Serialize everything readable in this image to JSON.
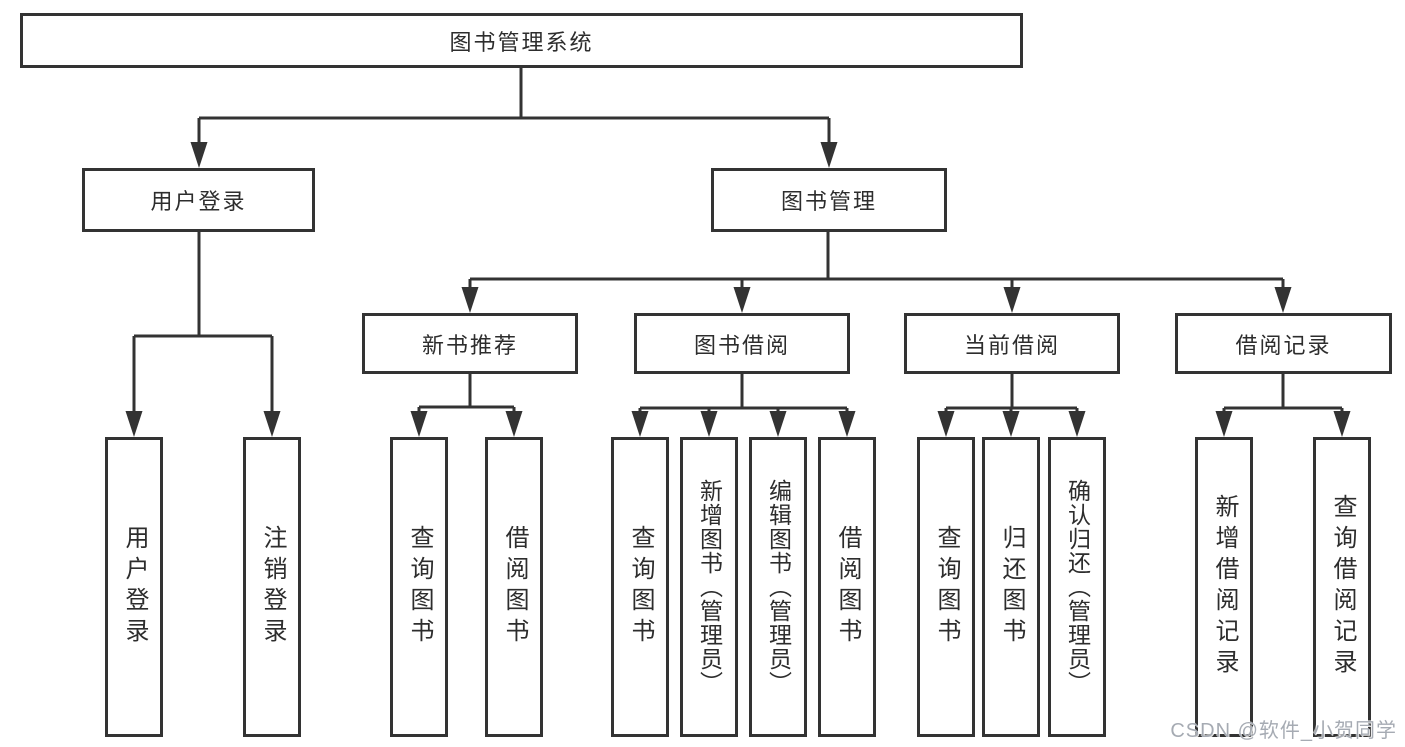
{
  "diagram": {
    "root": {
      "label": "图书管理系统"
    },
    "branches": [
      {
        "label": "用户登录",
        "children": [
          {
            "label": "用户登录"
          },
          {
            "label": "注销登录"
          }
        ]
      },
      {
        "label": "图书管理",
        "children": [
          {
            "label": "新书推荐",
            "children": [
              {
                "label": "查询图书"
              },
              {
                "label": "借阅图书"
              }
            ]
          },
          {
            "label": "图书借阅",
            "children": [
              {
                "label": "查询图书"
              },
              {
                "label": "新增图书（管理员）"
              },
              {
                "label": "编辑图书（管理员）"
              },
              {
                "label": "借阅图书"
              }
            ]
          },
          {
            "label": "当前借阅",
            "children": [
              {
                "label": "查询图书"
              },
              {
                "label": "归还图书"
              },
              {
                "label": "确认归还（管理员）"
              }
            ]
          },
          {
            "label": "借阅记录",
            "children": [
              {
                "label": "新增借阅记录"
              },
              {
                "label": "查询借阅记录"
              }
            ]
          }
        ]
      }
    ]
  },
  "watermark": {
    "text": "CSDN @软件_小贺同学"
  },
  "colors": {
    "line": "#333333",
    "text": "#2d2d2d",
    "box_background": "#ffffff",
    "watermark": "#a6abb3"
  }
}
